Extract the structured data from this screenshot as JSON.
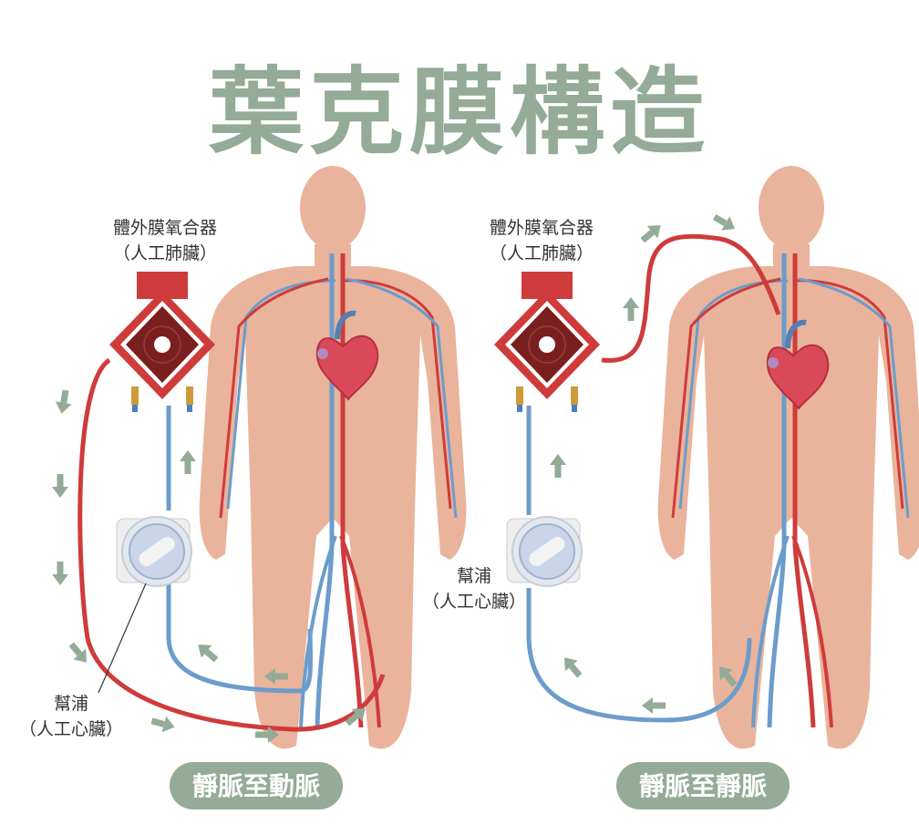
{
  "title": "葉克膜構造",
  "left_panel": {
    "oxygenator_label_line1": "體外膜氧合器",
    "oxygenator_label_line2": "（人工肺臟）",
    "pump_label_line1": "幫浦",
    "pump_label_line2": "（人工心臟）",
    "mode_label": "靜脈至動脈"
  },
  "right_panel": {
    "oxygenator_label_line1": "體外膜氧合器",
    "oxygenator_label_line2": "（人工肺臟）",
    "pump_label_line1": "幫浦",
    "pump_label_line2": "（人工心臟）",
    "mode_label": "靜脈至靜脈"
  },
  "colors": {
    "title": "#93ab97",
    "pill": "#93ab97",
    "body": "#e9b49b",
    "artery": "#cf3b3b",
    "vein": "#6b9ccc",
    "oxygenator": "#8e2a2a",
    "arrow": "#93ab97"
  }
}
